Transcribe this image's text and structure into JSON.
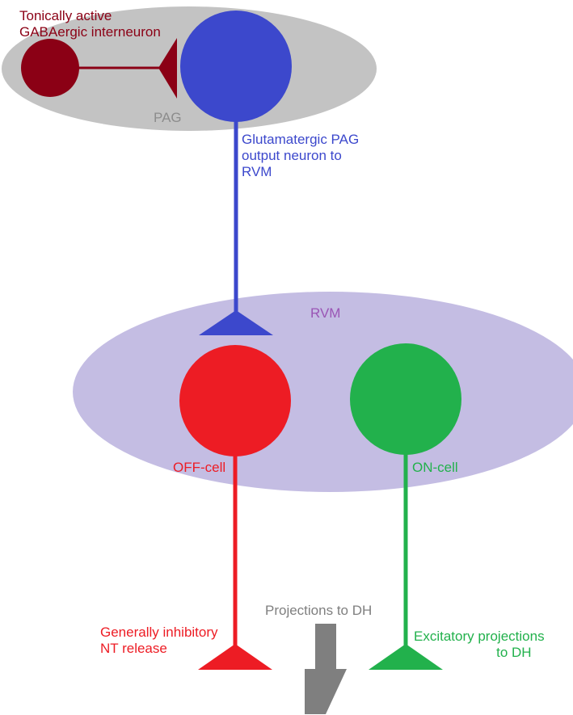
{
  "regions": {
    "pag": {
      "label": "PAG",
      "fill": "#c3c3c3",
      "label_color": "#8c8c8c"
    },
    "rvm": {
      "label": "RVM",
      "fill": "#c4bde3",
      "label_color": "#9a55b5"
    }
  },
  "neurons": {
    "gaba": {
      "lines": [
        "Tonically active",
        "GABAergic interneuron"
      ],
      "color": "#8b0015"
    },
    "pag_output": {
      "lines": [
        "Glutamatergic PAG",
        "output neuron to",
        "RVM"
      ],
      "color": "#3c48cc"
    },
    "off_cell": {
      "label": "OFF-cell",
      "color": "#ed1c24"
    },
    "on_cell": {
      "label": "ON-cell",
      "color": "#22b14c"
    }
  },
  "outputs": {
    "off": {
      "lines": [
        "Generally inhibitory",
        "NT release"
      ],
      "color": "#ed1c24"
    },
    "on": {
      "lines": [
        "Excitatory projections",
        "to DH"
      ],
      "color": "#22b14c"
    },
    "dh": {
      "label": "Projections to DH",
      "color": "#7f7f7f"
    }
  }
}
